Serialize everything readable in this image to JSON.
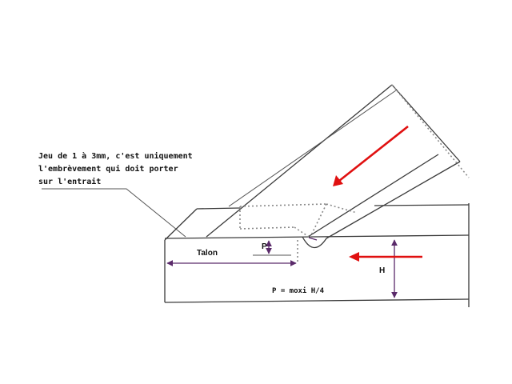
{
  "note": {
    "line1": "Jeu de 1 à 3mm, c'est uniquement",
    "line2": "l'embrèvement qui doit porter",
    "line3": "sur l'entrait"
  },
  "labels": {
    "talon": "Talon",
    "p": "P",
    "h": "H",
    "formula": "P = moxi H/4"
  },
  "colors": {
    "ink": "#3a3a3a",
    "force_arrows": "#e01010",
    "dimension_lines": "#5a2a6a"
  }
}
